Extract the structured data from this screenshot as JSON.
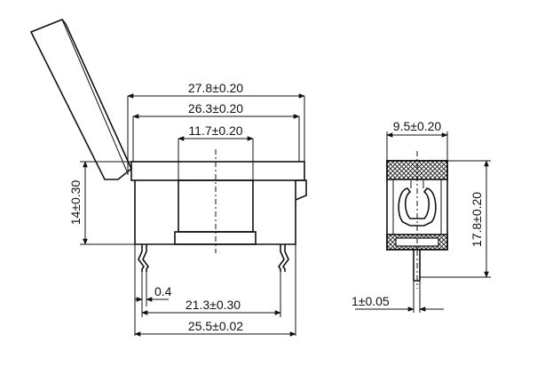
{
  "dimensions": {
    "overall_width": "27.8±0.20",
    "inner_width": "26.3±0.20",
    "window_width": "11.7±0.20",
    "body_height": "14±0.30",
    "pin_offset": "0.4",
    "pin_span": "21.3±0.30",
    "base_width": "25.5±0.02",
    "side_width": "9.5±0.20",
    "side_height": "17.8±0.20",
    "pin_thickness": "1±0.05"
  },
  "colors": {
    "line": "#111111",
    "background": "#ffffff"
  }
}
